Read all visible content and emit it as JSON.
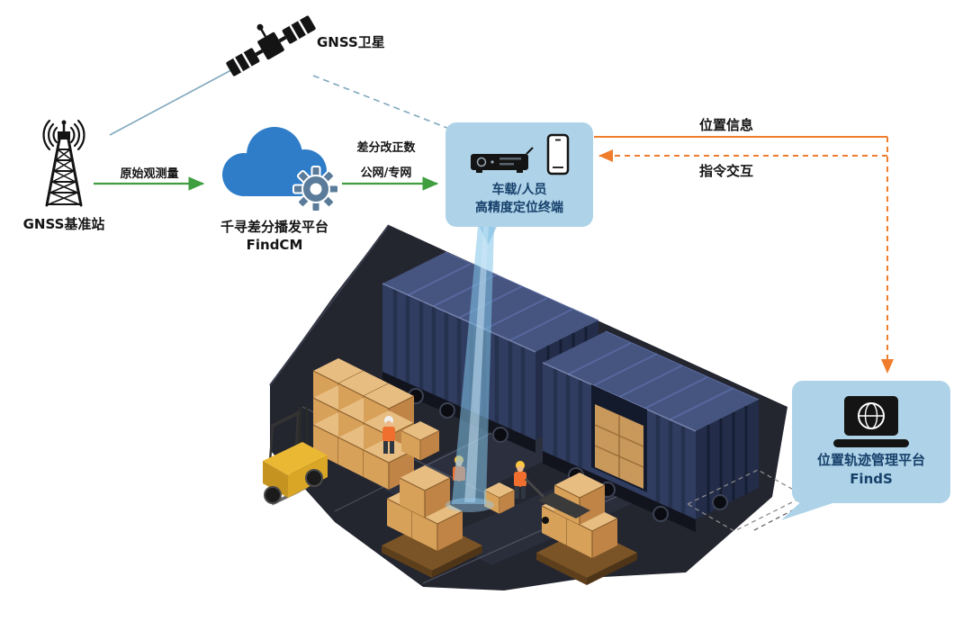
{
  "nodes": {
    "satellite": {
      "label": "GNSS卫星"
    },
    "base_station": {
      "label": "GNSS基准站"
    },
    "cloud": {
      "name": "千寻差分播发平台",
      "product": "FindCM"
    },
    "terminal": {
      "line1": "车载/人员",
      "line2": "高精度定位终端"
    },
    "platform": {
      "name": "位置轨迹管理平台",
      "product": "FindS"
    }
  },
  "edges": {
    "raw_observation": "原始观测量",
    "correction_line1": "差分改正数",
    "correction_line2": "公网/专网",
    "position_info": "位置信息",
    "command_interaction": "指令交互"
  },
  "colors": {
    "bubble_bg": "#aed3e8",
    "bubble_text": "#17406b",
    "green_arrow": "#3f9e3f",
    "orange_arrow": "#ef7d2c",
    "teal_line": "#7fa8bd",
    "cloud_blue": "#2f7dc8",
    "gear_gray_blue": "#5a7b99",
    "ground_dark": "#23252f",
    "container_navy": "#303d60",
    "box_tan": "#d8a159",
    "beam_blue": "#7dc0e8"
  }
}
